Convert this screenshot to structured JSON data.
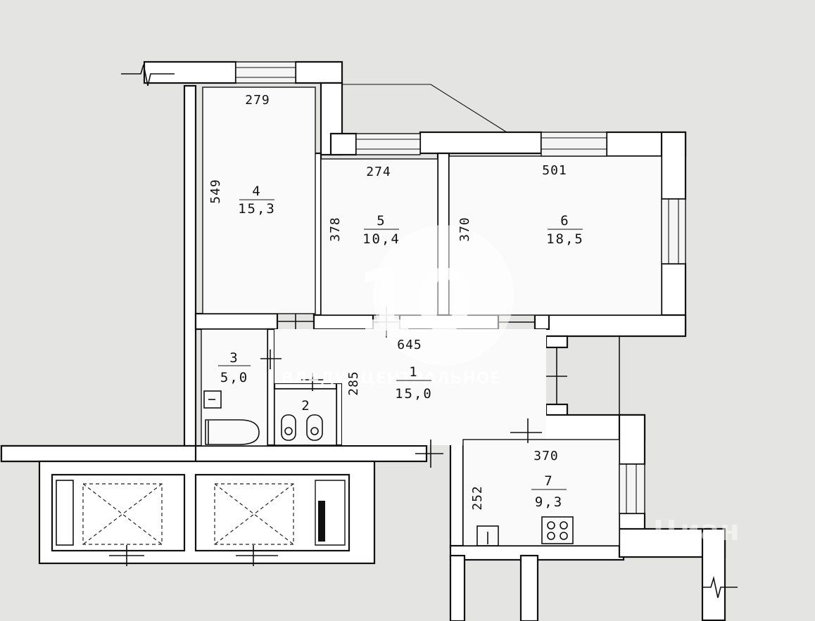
{
  "rooms": [
    {
      "number": "1",
      "area": "15,0"
    },
    {
      "number": "2",
      "area": ""
    },
    {
      "number": "3",
      "area": "5,0"
    },
    {
      "number": "4",
      "area": "15,3"
    },
    {
      "number": "5",
      "area": "10,4"
    },
    {
      "number": "6",
      "area": "18,5"
    },
    {
      "number": "7",
      "area": "9,3"
    }
  ],
  "dimensions": {
    "room4_width": "279",
    "room4_height": "549",
    "room5_width": "274",
    "room5_height": "378",
    "room6_width": "501",
    "room6_height": "370",
    "hall_width": "645",
    "hall_height": "285",
    "kitchen_width": "370",
    "kitchen_height": "252"
  },
  "watermark": {
    "text": "ВЛАДИСЦЕНТРАЛЬНОЕ",
    "logo": "10",
    "corner_text": "Циан"
  }
}
